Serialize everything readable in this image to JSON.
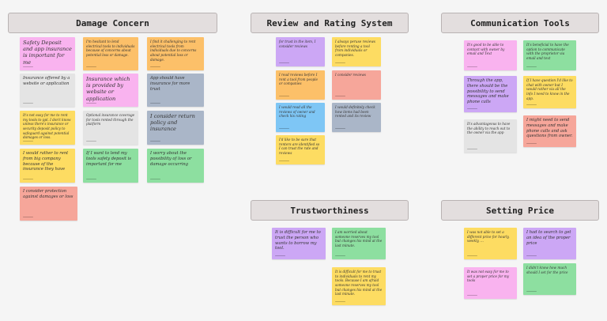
{
  "colors": {
    "pink": "#f9b3ef",
    "orange": "#fcc069",
    "gray": "#e4e4e4",
    "slate": "#aab6c8",
    "yellow": "#fddc62",
    "green": "#8ddfa0",
    "salmon": "#f6a69a",
    "purple": "#cca7f5",
    "blue": "#7ec6f5"
  },
  "clusters": {
    "damage": {
      "title": "Damage Concern",
      "notes": [
        {
          "text": "Safety Deposit and app insurance is important for me",
          "color": "pink"
        },
        {
          "text": "I'm hesitant to lend electrical tools to individuals because of concerns about potential loss or damage.",
          "color": "orange"
        },
        {
          "text": "I find it challenging to rent electrical tools from individuals due to concerns about potential loss or damage.",
          "color": "orange"
        },
        {
          "text": "Insurance offered by a website or application",
          "color": "gray"
        },
        {
          "text": "Insurance which is provided by website or application",
          "color": "pink"
        },
        {
          "text": "App should have insurance for more trust",
          "color": "slate"
        },
        {
          "text": "It's not easy for me to rent my tools to ppl. I don't know unless there's insurance or security deposit policy to safeguard against potential damages or loss.",
          "color": "yellow"
        },
        {
          "text": "Optional insurance coverage for tools rented through the platform",
          "color": "gray"
        },
        {
          "text": "I consider return policy and insurance",
          "color": "slate"
        },
        {
          "text": "I would rather to rent from big company because of the insurance they have",
          "color": "yellow"
        },
        {
          "text": "If I want to lend my tools safety deposit is important for me",
          "color": "green"
        },
        {
          "text": "I worry about the possibility of loss or damage occurring",
          "color": "green"
        },
        {
          "text": "I consider protection against damages or loss",
          "color": "salmon"
        }
      ]
    },
    "review": {
      "title": "Review and Rating System",
      "notes": [
        {
          "text": "for trust in the item, I consider reviews",
          "color": "purple"
        },
        {
          "text": "I always peruse reviews before renting a tool from individuals or companies.",
          "color": "yellow"
        },
        {
          "text": "I read reviews before I rent a tool from people or companies",
          "color": "orange"
        },
        {
          "text": "I consider reviews",
          "color": "salmon"
        },
        {
          "text": "I would read all the reviews of owner and check his rating",
          "color": "blue"
        },
        {
          "text": "I would definitely check how items had been rented and its review",
          "color": "slate"
        },
        {
          "text": "I'd like to be sure that renters are identified so I can trust the rate and reviews",
          "color": "yellow"
        }
      ]
    },
    "communication": {
      "title": "Communication Tools",
      "notes": [
        {
          "text": "It's good to be able to contact with owner by email and Text",
          "color": "pink"
        },
        {
          "text": "It's beneficial to have the option to communicate with the proprietor via email and text",
          "color": "green"
        },
        {
          "text": "Through the app, there should be the possibility to send messages and make phone calls",
          "color": "purple"
        },
        {
          "text": "If I have question I'd like to chat with owner but I would rather via all the info I need to know in the app.",
          "color": "yellow"
        },
        {
          "text": "It's advantageous to have the ability to reach out to the owner via the app",
          "color": "gray"
        },
        {
          "text": "I might need to send messages and make phone calls and ask questions from owner.",
          "color": "salmon"
        }
      ]
    },
    "trust": {
      "title": "Trustworthiness",
      "notes": [
        {
          "text": "It is difficult for me to trust the person who wants to borrow my tool.",
          "color": "purple"
        },
        {
          "text": "I am worried about someone reserves my tool but changes his mind at the last minute.",
          "color": "green"
        },
        {
          "text": "It is difficult for me to trust to individuals to rent my tools. Because I am afraid someone reserves my tool but changes his mind at the last minute.",
          "color": "yellow"
        }
      ]
    },
    "price": {
      "title": "Setting Price",
      "notes": [
        {
          "text": "I was not able to set a different price for hourly, weekly, ...",
          "color": "yellow"
        },
        {
          "text": "I had to search to get an idea of the proper price",
          "color": "purple"
        },
        {
          "text": "It was not easy for me to set a proper price for my tools",
          "color": "pink"
        },
        {
          "text": "I didn't know how much should I set for the price",
          "color": "green"
        }
      ]
    }
  }
}
